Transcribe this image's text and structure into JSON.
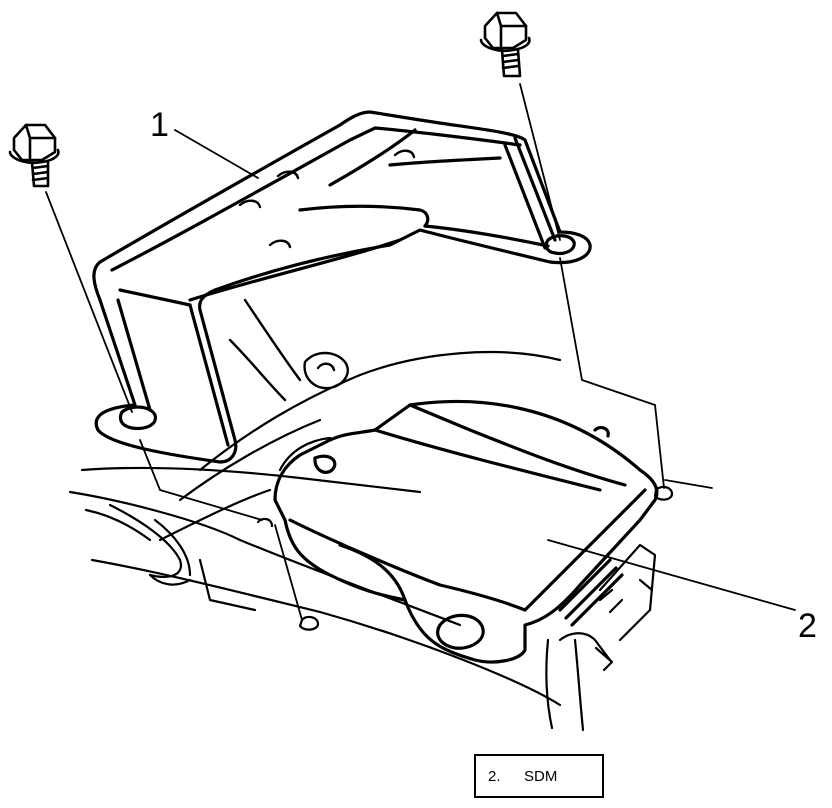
{
  "callouts": {
    "bracket": "1",
    "module": "2"
  },
  "legend": {
    "number": "2.",
    "label": "SDM"
  },
  "colors": {
    "line": "#000000",
    "background": "#ffffff"
  }
}
